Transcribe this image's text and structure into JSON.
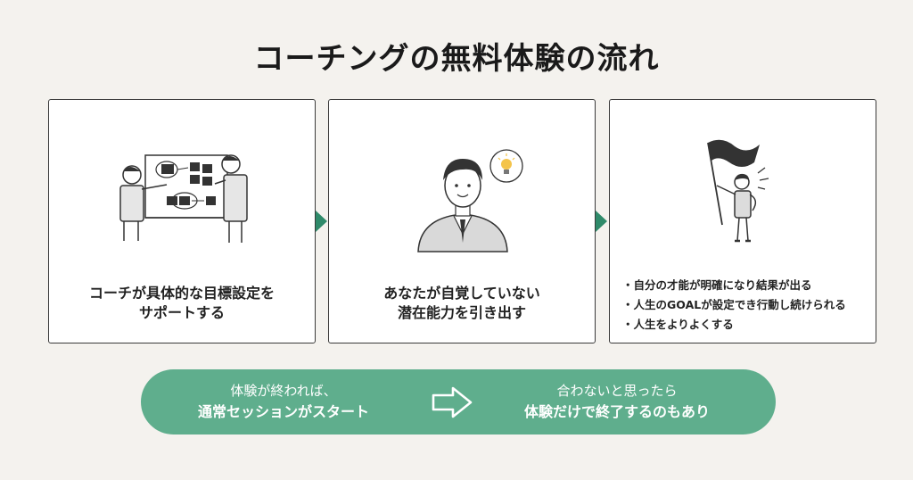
{
  "title": "コーチングの無料体験の流れ",
  "cards": [
    {
      "illustration": "coach-whiteboard-illustration",
      "text_line1": "コーチが具体的な目標設定を",
      "text_line2": "サポートする"
    },
    {
      "illustration": "idea-person-illustration",
      "text_line1": "あなたが自覚していない",
      "text_line2": "潜在能力を引き出す"
    },
    {
      "illustration": "flag-person-illustration",
      "bullets": [
        "自分の才能が明確になり結果が出る",
        "人生のGOALが設定でき行動し続けられる",
        "人生をよりよくする"
      ]
    }
  ],
  "banner": {
    "left_line1": "体験が終われば、",
    "left_line2": "通常セッションがスタート",
    "right_line1": "合わないと思ったら",
    "right_line2": "体験だけで終了するのもあり",
    "arrow_icon": "right-arrow-icon"
  },
  "colors": {
    "background": "#f4f2ee",
    "accent_green": "#2f8a6a",
    "banner_green": "#5fae8d",
    "card_border": "#3a3a3a"
  }
}
